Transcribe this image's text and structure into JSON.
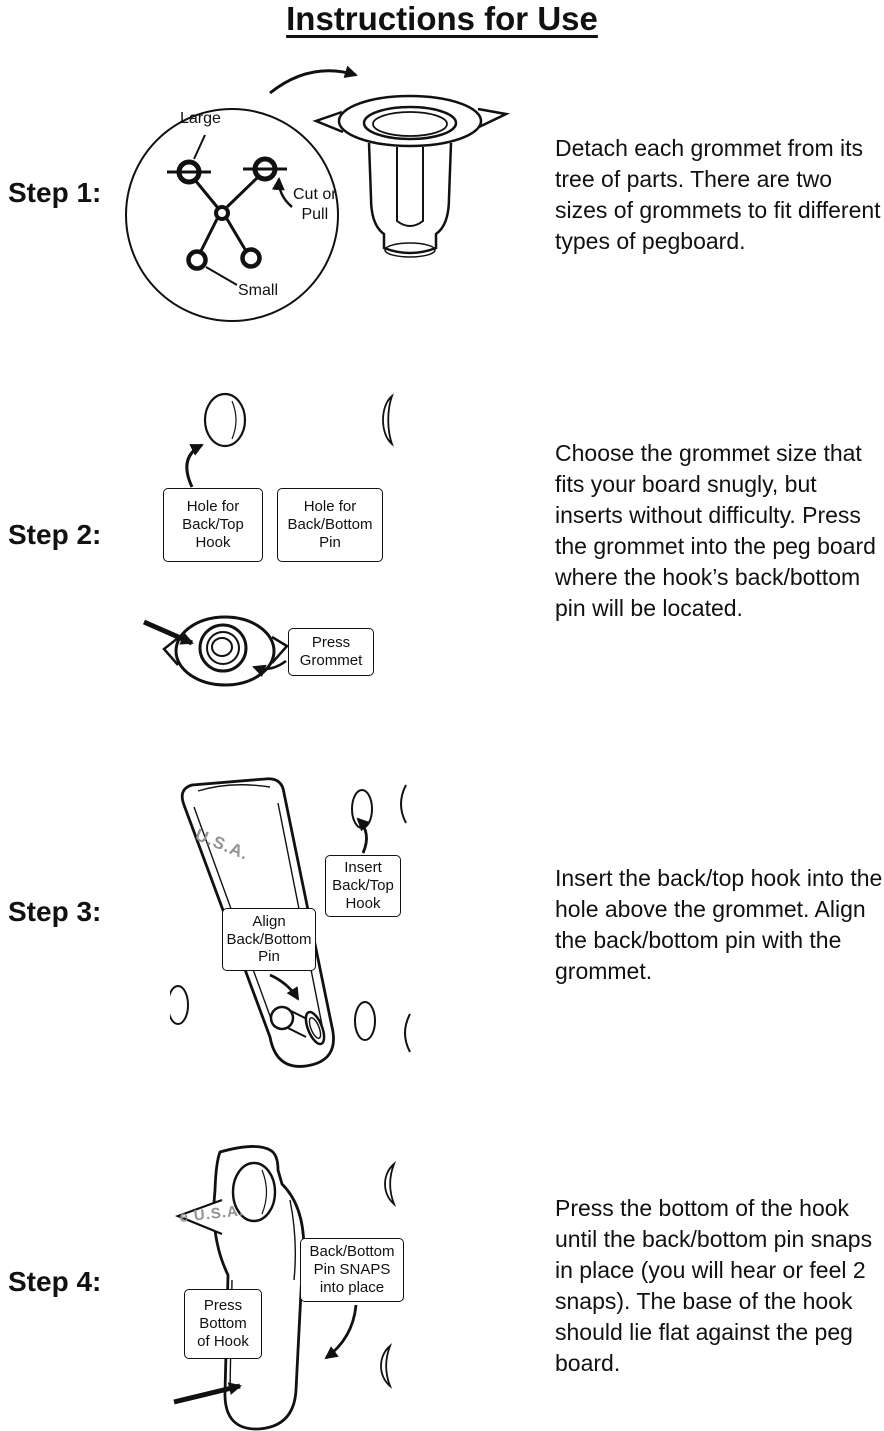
{
  "title": "Instructions for Use",
  "steps": [
    {
      "label": "Step 1:",
      "description": "Detach each grommet from its tree of parts. There are two sizes of grommets to fit different types of pegboard.",
      "callouts": {
        "large": "Large",
        "cut_or_pull": "Cut or\nPull",
        "small": "Small"
      }
    },
    {
      "label": "Step 2:",
      "description": "Choose the grommet size that fits your board snugly, but inserts without difficulty. Press the grommet into the peg board where the hook’s back/bottom pin will be located.",
      "callouts": {
        "hole_top_hook": "Hole for\nBack/Top\nHook",
        "hole_bottom_pin": "Hole for\nBack/Bottom\nPin",
        "press_grommet": "Press\nGrommet"
      }
    },
    {
      "label": "Step 3:",
      "description": "Insert the back/top hook into the hole above the grommet. Align the back/bottom pin with the grommet.",
      "callouts": {
        "insert_hook": "Insert\nBack/Top\nHook",
        "align_pin": "Align\nBack/Bottom\nPin",
        "usa_marking": "U.S.A."
      }
    },
    {
      "label": "Step 4:",
      "description": "Press the bottom of the hook until the back/bottom pin snaps in place (you will hear or feel 2 snaps). The base of the hook should lie flat against the peg board.",
      "callouts": {
        "pin_snaps": "Back/Bottom\nPin SNAPS\ninto place",
        "press_bottom": "Press\nBottom\nof Hook",
        "usa_marking": "e U.S.A."
      }
    }
  ]
}
